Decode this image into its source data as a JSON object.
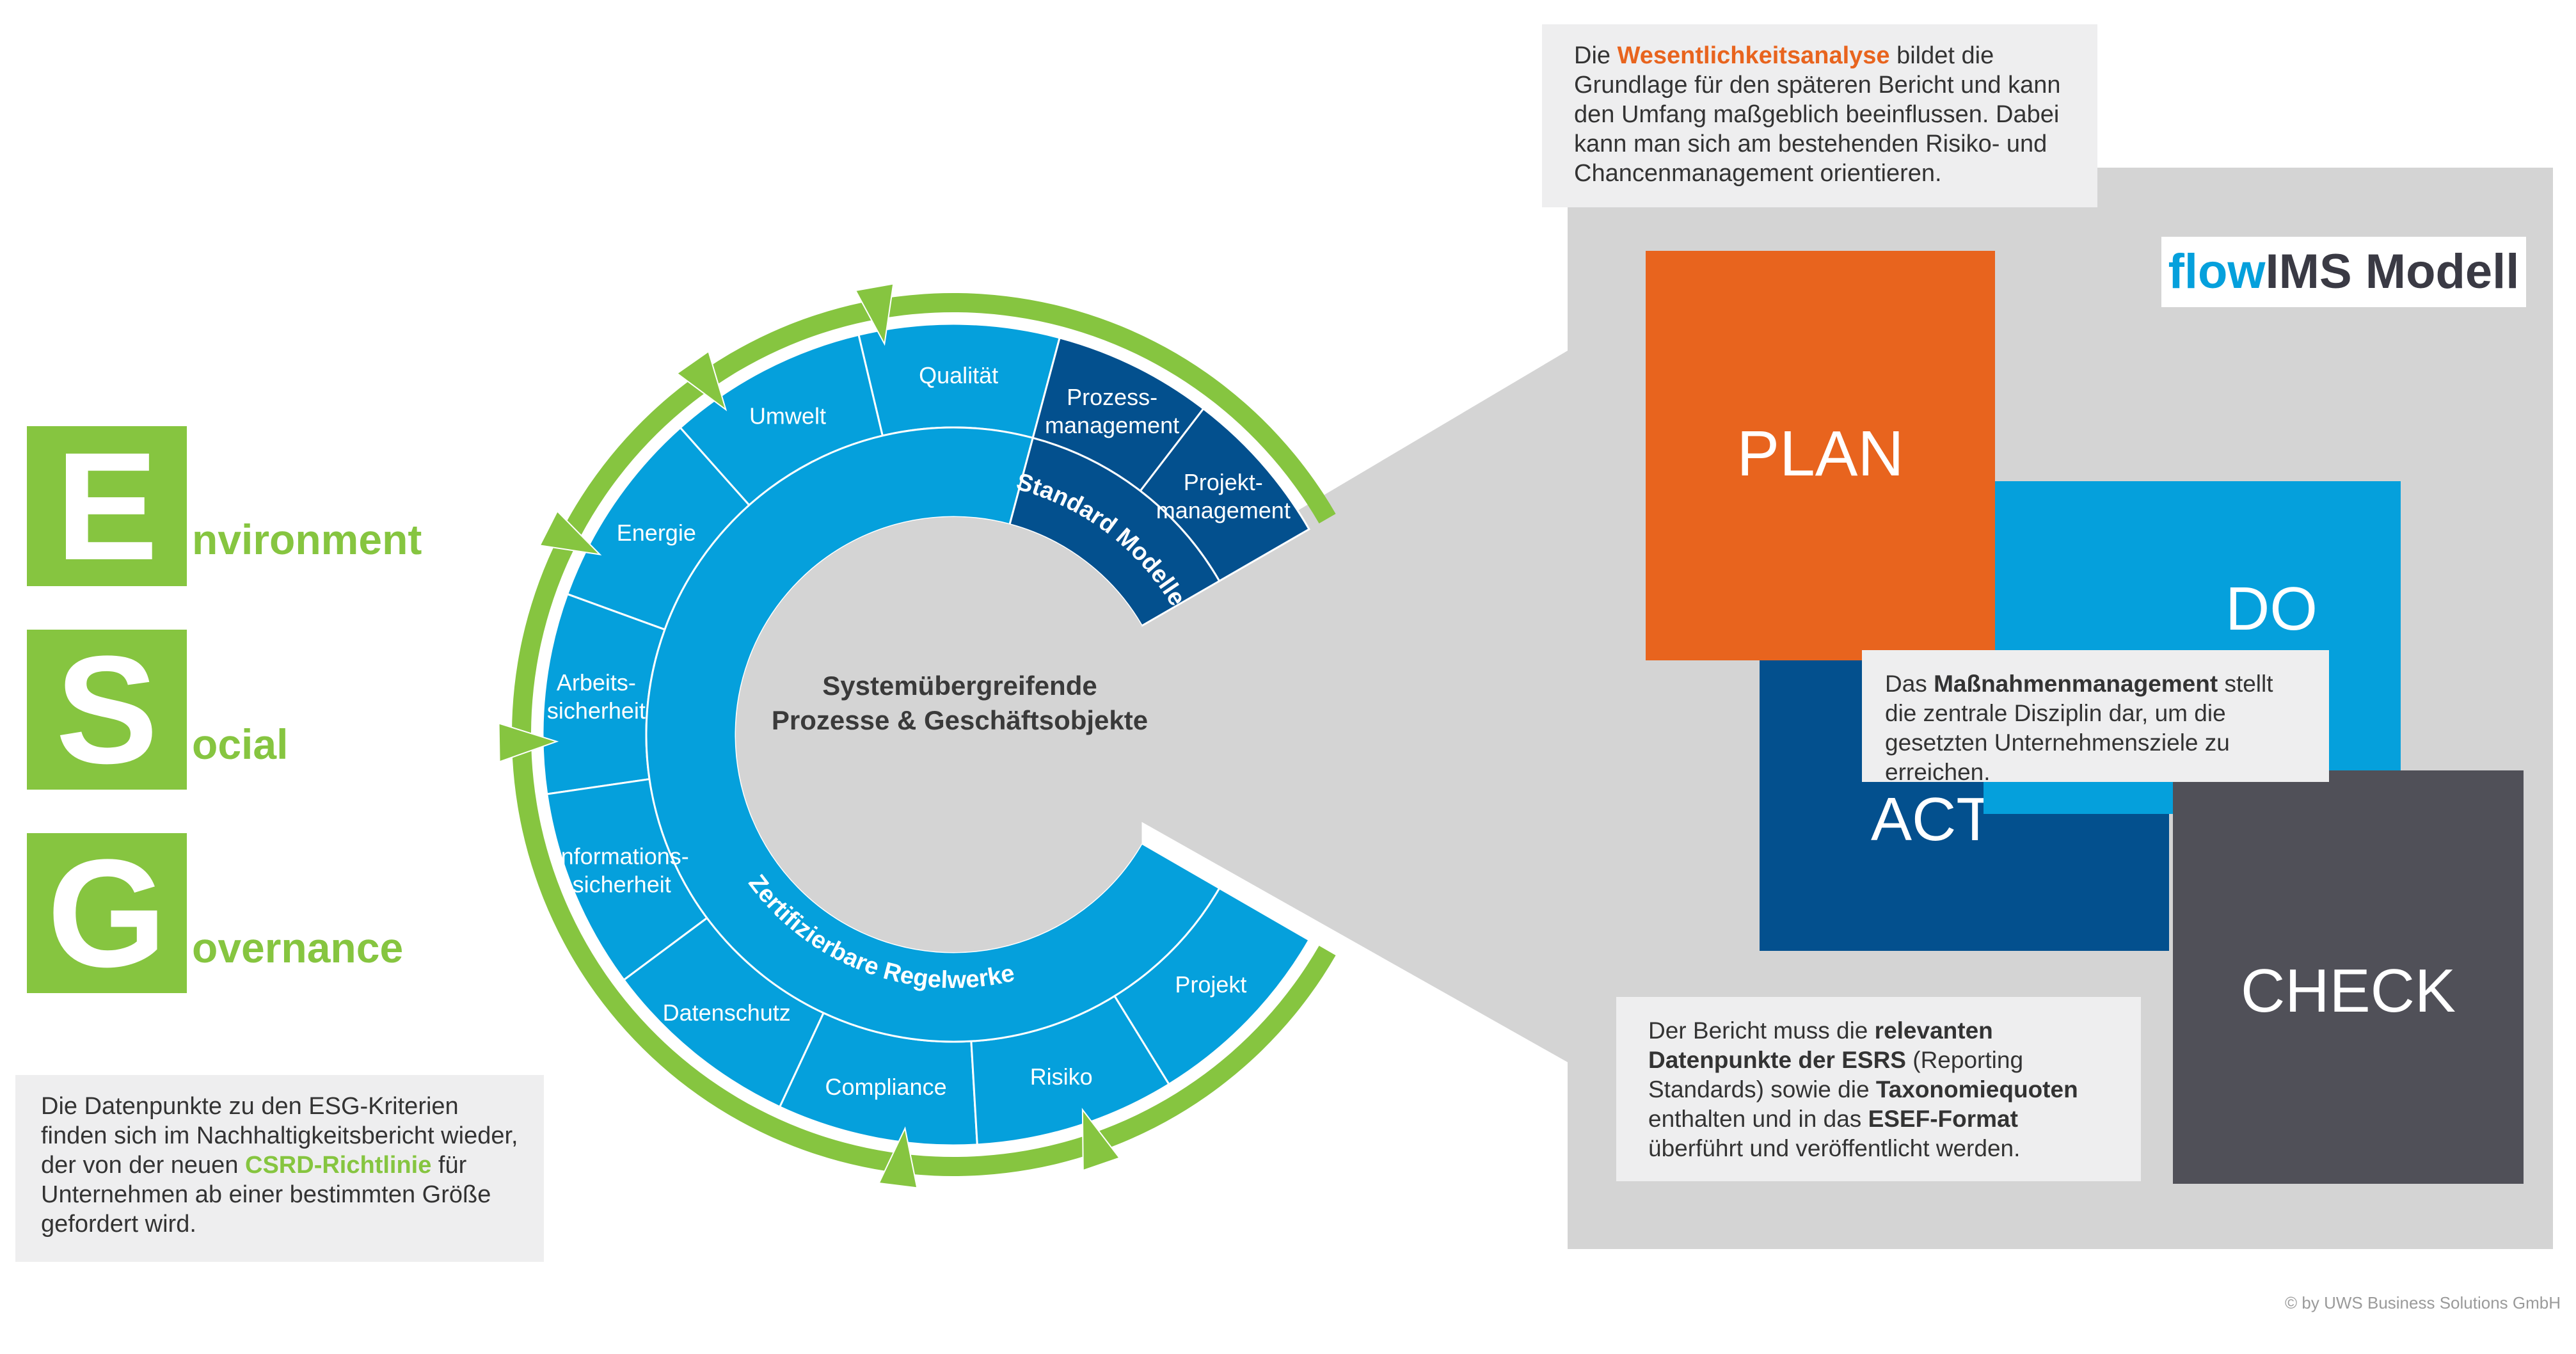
{
  "esg": {
    "items": [
      {
        "letter": "E",
        "word": "nvironment"
      },
      {
        "letter": "S",
        "word": "ocial"
      },
      {
        "letter": "G",
        "word": "overnance"
      }
    ],
    "note_part1": "Die Datenpunkte zu den ESG-Kriterien finden sich im Nachhaltigkeitsbericht wieder, der von der neuen ",
    "note_highlight": "CSRD-Richtlinie",
    "note_part2": " für Unternehmen ab einer bestimmten Größe gefordert wird."
  },
  "wheel": {
    "center_line1": "Systemübergreifende",
    "center_line2": "Prozesse & Geschäftsobjekte",
    "inner_ring_certified": "Zertifizierbare Regelwerke",
    "inner_ring_standard": "Standard Modelle",
    "segments": [
      {
        "line1": "Qualität",
        "line2": ""
      },
      {
        "line1": "Umwelt",
        "line2": ""
      },
      {
        "line1": "Energie",
        "line2": ""
      },
      {
        "line1": "Arbeits-",
        "line2": "sicherheit"
      },
      {
        "line1": "Informations-",
        "line2": "sicherheit"
      },
      {
        "line1": "Datenschutz",
        "line2": ""
      },
      {
        "line1": "Compliance",
        "line2": ""
      },
      {
        "line1": "Risiko",
        "line2": ""
      },
      {
        "line1": "Projekt",
        "line2": ""
      }
    ],
    "dark_segments": [
      {
        "line1": "Prozess-",
        "line2": "management"
      },
      {
        "line1": "Projekt-",
        "line2": "management"
      }
    ]
  },
  "top_note": {
    "part1": "Die ",
    "highlight": "Wesentlichkeitsanalyse",
    "part2": " bildet die Grundlage für den späteren Bericht und kann den Umfang maßgeblich beeinflussen. Dabei kann man sich am bestehenden Risiko- und Chancenmanagement orientieren."
  },
  "model": {
    "brand_flow": "flow",
    "brand_rest": "IMS Modell",
    "plan": "PLAN",
    "do": "DO",
    "act": "ACT",
    "check": "CHECK",
    "measures_part1": "Das ",
    "measures_bold": "Maßnahmenmanagement",
    "measures_part2": " stellt die zentrale Disziplin dar, um die gesetzten Unternehmensziele zu erreichen.",
    "report_part1": "Der Bericht muss die ",
    "report_bold1": "relevanten Datenpunkte der ESRS",
    "report_part2": " (Reporting Standards) sowie die ",
    "report_bold2": "Taxonomiequoten",
    "report_part3": "  enthalten und in das ",
    "report_bold3": "ESEF-Format",
    "report_part4": " überführt und veröffentlicht werden."
  },
  "copyright": "© by UWS Business Solutions GmbH",
  "colors": {
    "green": "#86c540",
    "light_blue": "#05a0dc",
    "dark_blue": "#03508e",
    "orange": "#e8641e",
    "gray_dark": "#505058",
    "gray_panel": "#d4d4d4",
    "note_bg": "#eeeeef"
  }
}
